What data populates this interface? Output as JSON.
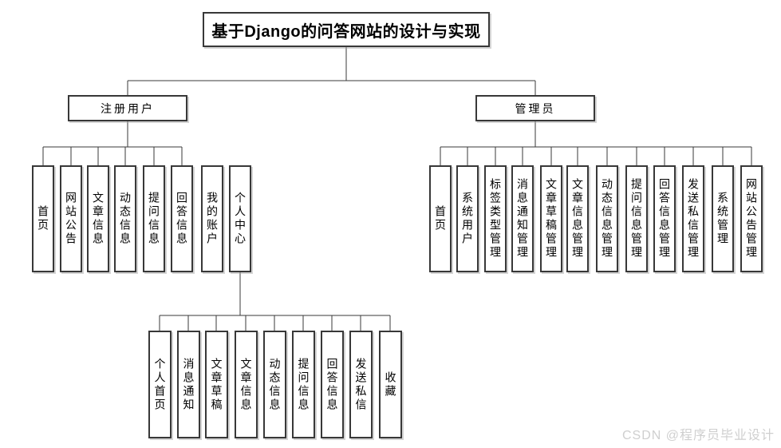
{
  "title": "基于Django的问答网站的设计与实现",
  "watermark": "CSDN @程序员毕业设计",
  "colors": {
    "line": "#3a3a3a",
    "box_border": "#383838",
    "background": "#ffffff",
    "watermark_text": "#cfcfcf"
  },
  "tree": {
    "registered_user": {
      "label": "注册用户",
      "children": [
        "首页",
        "网站公告",
        "文章信息",
        "动态信息",
        "提问信息",
        "回答信息",
        "我的账户",
        "个人中心"
      ]
    },
    "admin": {
      "label": "管理员",
      "children": [
        "首页",
        "系统用户",
        "标签类型管理",
        "消息通知管理",
        "文章草稿管理",
        "文章信息管理",
        "动态信息管理",
        "提问信息管理",
        "回答信息管理",
        "发送私信管理",
        "系统管理",
        "网站公告管理"
      ]
    },
    "personal_center": {
      "parent_label": "个人中心",
      "children": [
        "个人首页",
        "消息通知",
        "文章草稿",
        "文章信息",
        "动态信息",
        "提问信息",
        "回答信息",
        "发送私信",
        "收藏"
      ]
    }
  }
}
